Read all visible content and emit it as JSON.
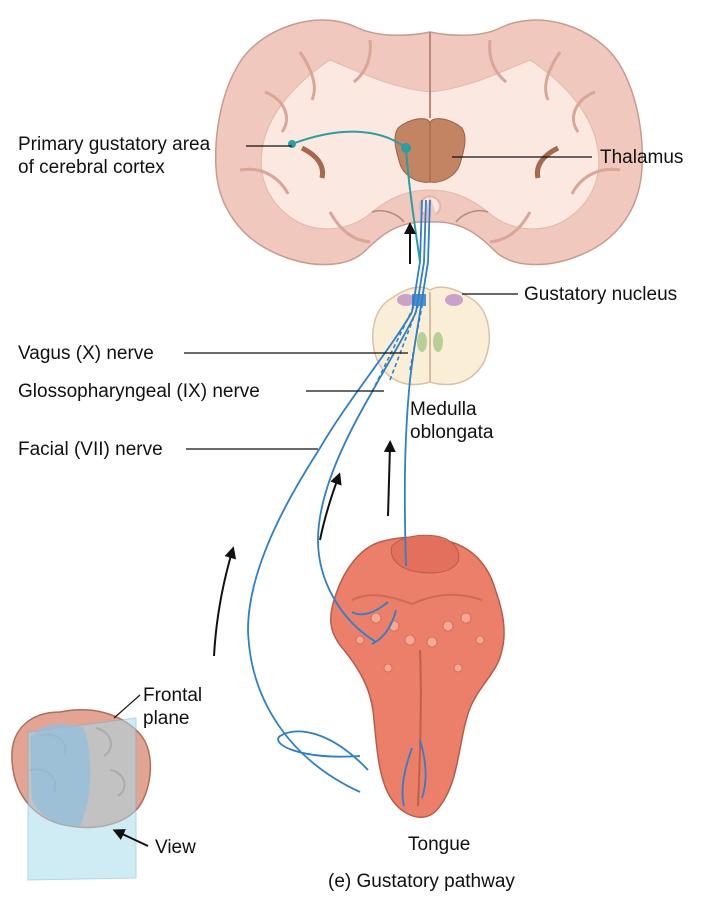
{
  "labels": {
    "cortex": [
      "Primary gustatory area",
      "of cerebral cortex"
    ],
    "thalamus": "Thalamus",
    "gustatory_nucleus": "Gustatory nucleus",
    "vagus": "Vagus (X) nerve",
    "glossopharyngeal": "Glossopharyngeal (IX) nerve",
    "facial": "Facial (VII) nerve",
    "medulla": [
      "Medulla",
      "oblongata"
    ],
    "frontal_plane": [
      "Frontal",
      "plane"
    ],
    "view": "View",
    "tongue": "Tongue",
    "caption": "(e) Gustatory pathway"
  },
  "colors": {
    "brain_outer": "#f0c8bd",
    "brain_white": "#fbe8e1",
    "thalamus": "#c28462",
    "medulla": "#fbeed6",
    "tongue": "#ec7f6a",
    "nerve_blue": "#2f7fc9",
    "tract_teal": "#2a9ea3",
    "plane": "#a9dceb"
  }
}
